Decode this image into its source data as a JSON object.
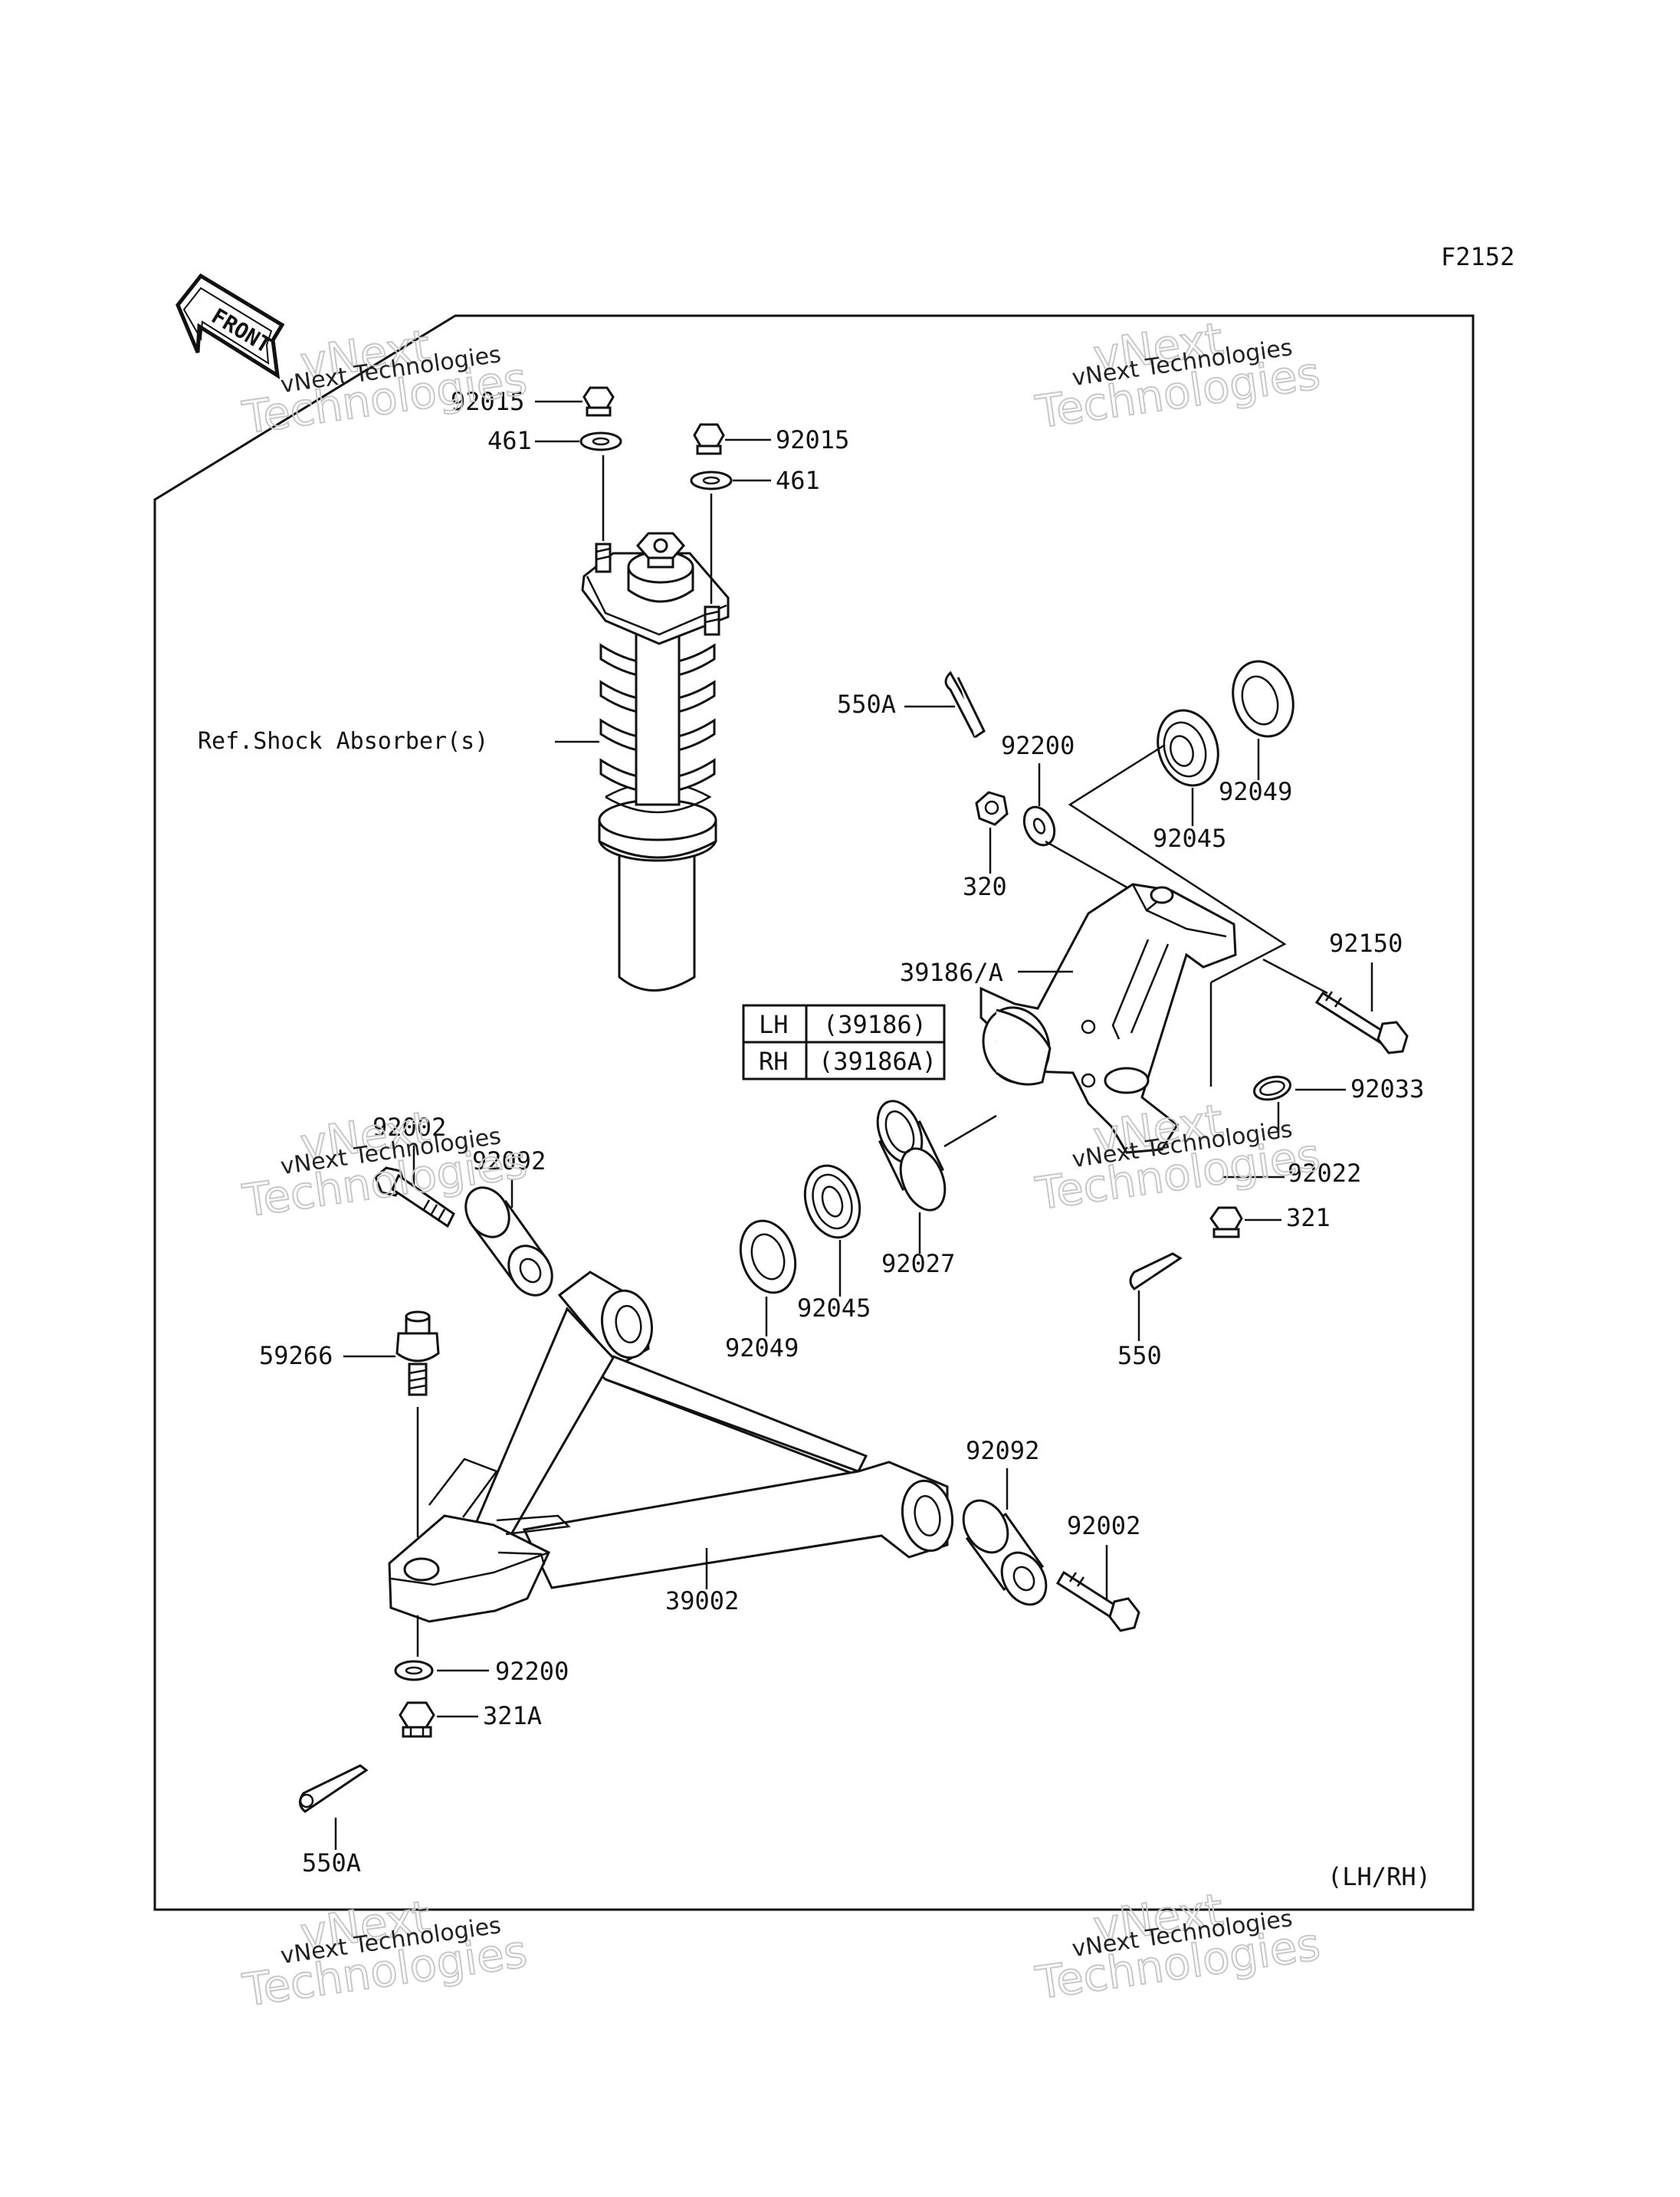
{
  "diagram_code": "F2152",
  "front_label": "FRONT",
  "scope_note": "(LH/RH)",
  "watermark": {
    "line1": "vNext Technologies",
    "big1": "vNext",
    "big2": "Technologies"
  },
  "variant_table": [
    {
      "side": "LH",
      "part": "(39186)"
    },
    {
      "side": "RH",
      "part": "(39186A)"
    }
  ],
  "labels": {
    "nut_92015_left": "92015",
    "washer_461_left": "461",
    "nut_92015_right": "92015",
    "washer_461_right": "461",
    "shock_ref": "Ref.Shock Absorber(s)",
    "cotter_550a_top": "550A",
    "washer_92200_top": "92200",
    "seal_92049_top": "92049",
    "bearing_92045_top": "92045",
    "nut_320": "320",
    "knuckle": "39186/A",
    "bolt_92150": "92150",
    "circlip_92033": "92033",
    "pin_92022": "92022",
    "nut_321": "321",
    "collar_92027": "92027",
    "bearing_92045_bottom": "92045",
    "seal_92049_bottom": "92049",
    "cotter_550": "550",
    "bolt_92002_left": "92002",
    "bush_92092_left": "92092",
    "balljoint_59266": "59266",
    "arm_39002": "39002",
    "bush_92092_right": "92092",
    "bolt_92002_right": "92002",
    "washer_92200_bottom": "92200",
    "nut_321a": "321A",
    "cotter_550a_bottom": "550A"
  }
}
